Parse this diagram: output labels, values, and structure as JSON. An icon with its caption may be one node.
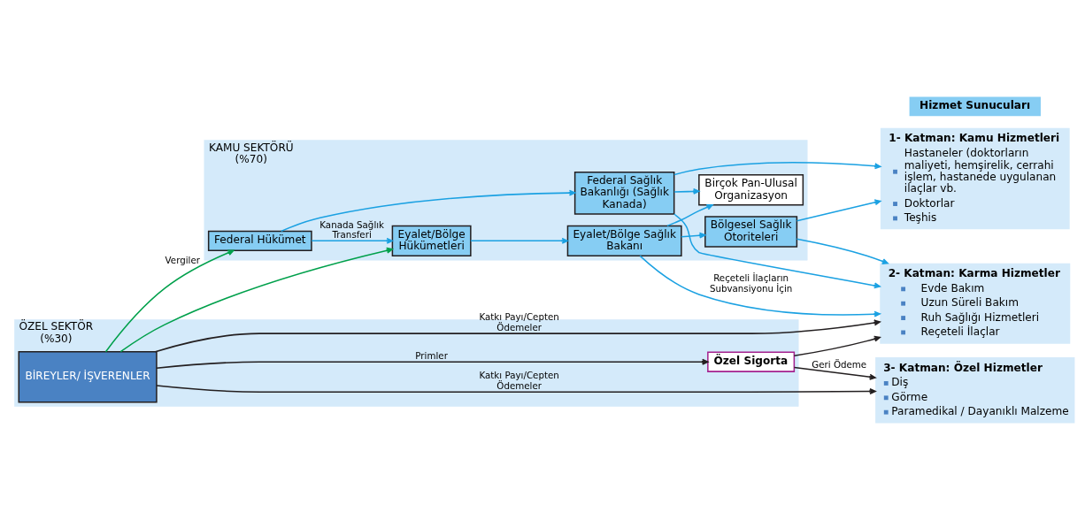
{
  "diagram": {
    "nodes": [
      {
        "text": [
          "KAMU SEKTÖRÜ (%70)"
        ]
      },
      {
        "text": [
          "Federal Hükümet"
        ],
        "in": 0
      },
      {
        "text": [
          "Federal Sağlık Bakanlığı (Sağlık Kanada)"
        ],
        "in": 0
      },
      {
        "text": [
          "Birçok Pan-Ulusal Organizasyon"
        ],
        "in": 0
      },
      {
        "text": [
          "Eyalet/Bölge Hükümetleri"
        ],
        "in": 0
      },
      {
        "text": [
          "Eyalet/Bölge Sağlık Bakanı"
        ],
        "in": 0
      },
      {
        "text": [
          "Bölgesel Sağlık Otoriteleri"
        ],
        "in": 0
      },
      {
        "text": [
          "ÖZEL SEKTÖR (%30)"
        ]
      },
      {
        "text": [
          "BİREYLER/ İŞVERENLER"
        ],
        "in": 7
      },
      {
        "text": [
          "Özel Sigorta"
        ],
        "in": 7
      },
      {
        "text": [
          "Hizmet Sunucuları"
        ]
      },
      {
        "text": [
          "1- Katman: Kamu Hizmetleri",
          "Hastaneler (doktorların maliyeti, hemşirelik, cerrahi işlem, hastanede uygulanan ilaçlar vb.",
          "Doktorlar",
          "Teşhis"
        ]
      },
      {
        "text": [
          "2- Katman: Karma Hizmetler",
          "Evde Bakım",
          "Uzun Süreli Bakım",
          "Ruh Sağlığı Hizmetleri",
          "Reçeteli İlaçlar"
        ]
      },
      {
        "text": [
          "3- Katman: Özel Hizmetler",
          "Diş",
          "Görme",
          "Paramedikal / Dayanıklı Malzeme"
        ]
      }
    ],
    "edges": [
      {
        "from": 8,
        "to": 1,
        "arrow": "to",
        "label": "Vergiler",
        "color": "#00a04b"
      },
      {
        "from": 8,
        "to": 4,
        "arrow": "to",
        "color": "#00a04b"
      },
      {
        "from": 1,
        "to": 2,
        "arrow": "to"
      },
      {
        "from": 1,
        "to": 4,
        "arrow": "to",
        "label": "Kanada Sağlık Transferi"
      },
      {
        "from": 2,
        "to": 3,
        "arrow": "to"
      },
      {
        "from": 4,
        "to": 5,
        "arrow": "to"
      },
      {
        "from": 5,
        "to": 3,
        "arrow": "to"
      },
      {
        "from": 5,
        "to": 6,
        "arrow": "to"
      },
      {
        "from": 2,
        "to": 11,
        "arrow": "to"
      },
      {
        "from": 2,
        "to": 12,
        "arrow": "to"
      },
      {
        "from": 6,
        "to": 11,
        "arrow": "to"
      },
      {
        "from": 6,
        "to": 12,
        "arrow": "to"
      },
      {
        "from": 5,
        "to": 12,
        "arrow": "to",
        "label": "Reçeteli İlaçların Subvansiyonu İçin"
      },
      {
        "from": 8,
        "to": 12,
        "arrow": "to",
        "label": "Katkı Payı/Cepten Ödemeler",
        "color": "#231f20"
      },
      {
        "from": 8,
        "to": 9,
        "arrow": "to",
        "label": "Primler",
        "color": "#231f20"
      },
      {
        "from": 9,
        "to": 12,
        "arrow": "to",
        "color": "#231f20"
      },
      {
        "from": 9,
        "to": 13,
        "arrow": "to",
        "label": "Geri Ödeme",
        "color": "#231f20"
      },
      {
        "from": 8,
        "to": 13,
        "arrow": "to",
        "label": "Katkı Payı/Cepten Ödemeler",
        "color": "#231f20"
      }
    ]
  }
}
